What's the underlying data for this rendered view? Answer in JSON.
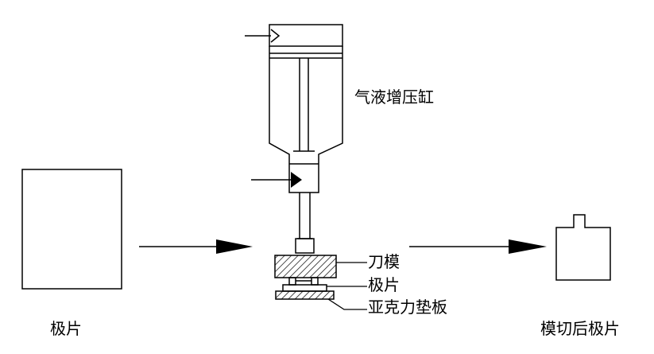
{
  "labels": {
    "cylinder": "气液增压缸",
    "blade_die": "刀模",
    "electrode_mid": "极片",
    "acrylic_pad": "亚克力垫板",
    "electrode_input": "极片",
    "electrode_output": "模切后极片"
  },
  "colors": {
    "line": "#000000",
    "hatch": "#000000",
    "background": "#ffffff"
  }
}
